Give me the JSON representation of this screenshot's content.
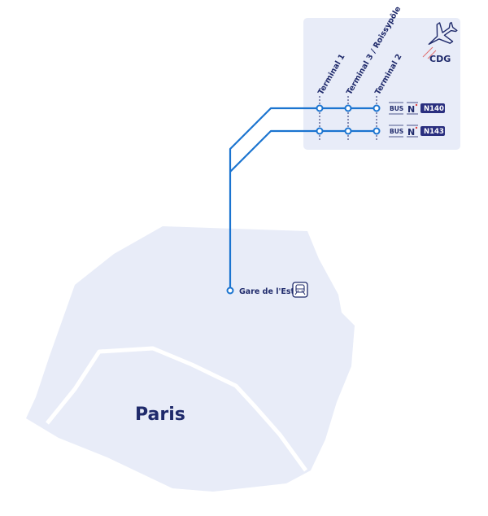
{
  "city": {
    "name": "Paris"
  },
  "airport": {
    "code": "CDG",
    "icon": "airplane-icon"
  },
  "terminals": [
    "Terminal 1",
    "Terminal 3 / Roissypôle",
    "Terminal 2"
  ],
  "station": {
    "name": "Gare de l'Est",
    "icon": "train-icon"
  },
  "routes": [
    {
      "mode": "BUS",
      "network": "N",
      "line": "N140"
    },
    {
      "mode": "BUS",
      "network": "N",
      "line": "N143"
    }
  ],
  "colors": {
    "route": "#1b74d0",
    "city_fill": "#e8ecf8",
    "city_border": "#ffffff",
    "airport_box": "#e8ecf8",
    "text": "#1f2a6b",
    "line_badge": "#2a2f7f"
  }
}
